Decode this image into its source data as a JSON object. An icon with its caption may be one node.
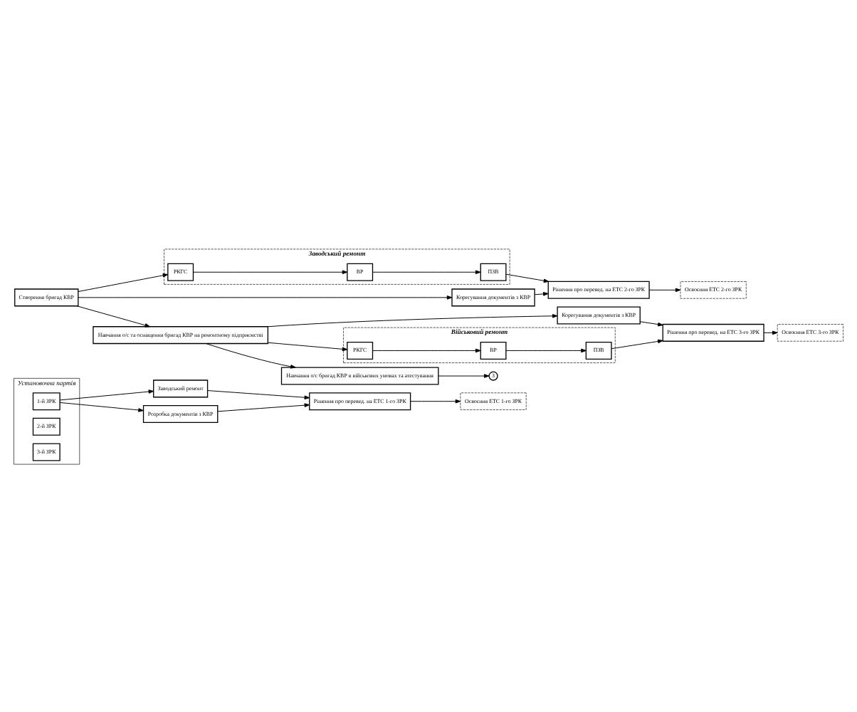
{
  "diagram": {
    "nodes": [
      {
        "text": [
          "Установочна партія"
        ]
      },
      {
        "text": [
          "1-й ЗРК"
        ],
        "in": 0
      },
      {
        "text": [
          "2-й ЗРК"
        ],
        "in": 0
      },
      {
        "text": [
          "3-й ЗРК"
        ],
        "in": 0
      },
      {
        "text": [
          "Заводський ремонт"
        ]
      },
      {
        "text": [
          "Розробка документів з КВР"
        ]
      },
      {
        "text": [
          "Рішення про перевед. на ЕТС 1-го ЗРК"
        ]
      },
      {
        "text": [
          "Освоєння ЕТС 1-го ЗРК"
        ]
      },
      {
        "text": [
          "Створення бригад КВР"
        ]
      },
      {
        "text": [
          "Заводський ремонт"
        ]
      },
      {
        "text": [
          "РКГС"
        ],
        "in": 9
      },
      {
        "text": [
          "ВР"
        ],
        "in": 9
      },
      {
        "text": [
          "ПЗВ"
        ],
        "in": 9
      },
      {
        "text": [
          "Корегування документів з КВР"
        ]
      },
      {
        "text": [
          "Навчання о/с та оснащення бригад КВР на ремонтному підприємстві"
        ]
      },
      {
        "text": [
          "Рішення про перевед. на ЕТС 2-го ЗРК"
        ]
      },
      {
        "text": [
          "Освоєння ЕТС 2-го ЗРК"
        ]
      },
      {
        "text": [
          "Військовий ремонт"
        ]
      },
      {
        "text": [
          "РКГС"
        ],
        "in": 17
      },
      {
        "text": [
          "ВР"
        ],
        "in": 17
      },
      {
        "text": [
          "ПЗВ"
        ],
        "in": 17
      },
      {
        "text": [
          "Корегування документів з КВР"
        ]
      },
      {
        "text": [
          "Навчання о/с бригад КВР в військових умовах та атестування"
        ]
      },
      {
        "text": [
          "Рішення про перевед. на ЕТС 3-го ЗРК"
        ]
      },
      {
        "text": [
          "Освоєння ЕТС 3-го ЗРК"
        ]
      },
      {
        "text": [
          "3"
        ]
      }
    ],
    "edges": [
      {
        "from": 1,
        "to": 4,
        "arrow": "to"
      },
      {
        "from": 1,
        "to": 5,
        "arrow": "to"
      },
      {
        "from": 4,
        "to": 6,
        "arrow": "to"
      },
      {
        "from": 5,
        "to": 6,
        "arrow": "to"
      },
      {
        "from": 6,
        "to": 7,
        "arrow": "to"
      },
      {
        "from": 8,
        "to": 10,
        "arrow": "to"
      },
      {
        "from": 8,
        "to": 13,
        "arrow": "to"
      },
      {
        "from": 8,
        "to": 14,
        "arrow": "to"
      },
      {
        "from": 10,
        "to": 11,
        "arrow": "to"
      },
      {
        "from": 11,
        "to": 12,
        "arrow": "to"
      },
      {
        "from": 12,
        "to": 15,
        "arrow": "to"
      },
      {
        "from": 13,
        "to": 15,
        "arrow": "to"
      },
      {
        "from": 15,
        "to": 16,
        "arrow": "to"
      },
      {
        "from": 14,
        "to": 18,
        "arrow": "to"
      },
      {
        "from": 14,
        "to": 21,
        "arrow": "to"
      },
      {
        "from": 14,
        "to": 22,
        "arrow": "to"
      },
      {
        "from": 18,
        "to": 19,
        "arrow": "to"
      },
      {
        "from": 19,
        "to": 20,
        "arrow": "to"
      },
      {
        "from": 20,
        "to": 23,
        "arrow": "to"
      },
      {
        "from": 21,
        "to": 23,
        "arrow": "to"
      },
      {
        "from": 23,
        "to": 24,
        "arrow": "to"
      },
      {
        "from": 22,
        "to": 25,
        "arrow": "to"
      }
    ]
  }
}
